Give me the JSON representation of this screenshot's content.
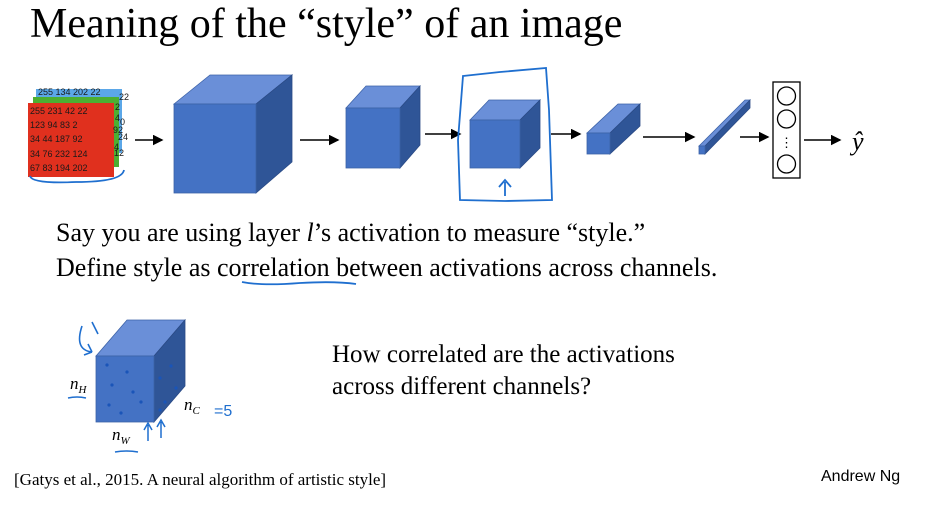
{
  "slide": {
    "title": "Meaning of the “style” of an image",
    "line1_pre": "Say you are using layer ",
    "line1_var": "l",
    "line1_post": "’s activation to measure “style.”",
    "line2_pre": "Define style as ",
    "line2_keyword": "correlation",
    "line2_post": " between activations across channels.",
    "question_line1": "How correlated are the activations",
    "question_line2": "across different channels?",
    "citation": "[Gatys et al., 2015. A neural algorithm of artistic style]",
    "author": "Andrew Ng"
  },
  "image_grid": {
    "rows": [
      "255 231 42 22",
      "123 94 83 2",
      "34 44 187 92",
      "34 76 232 124",
      "67 83 194 202"
    ],
    "back_top": "255 134 202 22",
    "back_col": [
      "22",
      "2",
      "4",
      "0",
      "92",
      "24",
      "4",
      "12"
    ]
  },
  "output_label": "ŷ",
  "neuron_dots": "⋮",
  "cube_labels": {
    "height": "n",
    "height_sub": "H",
    "width": "n",
    "width_sub": "W",
    "channels": "n",
    "channels_sub": "C",
    "channels_value": "=5"
  },
  "colors": {
    "cube_front": "#4472c4",
    "cube_top": "#6a8fd8",
    "cube_side": "#2f5597",
    "ink": "#1f6fcf",
    "grid_red": "#e0301e",
    "grid_green": "#4caf32",
    "grid_blue": "#5ba7e8"
  }
}
